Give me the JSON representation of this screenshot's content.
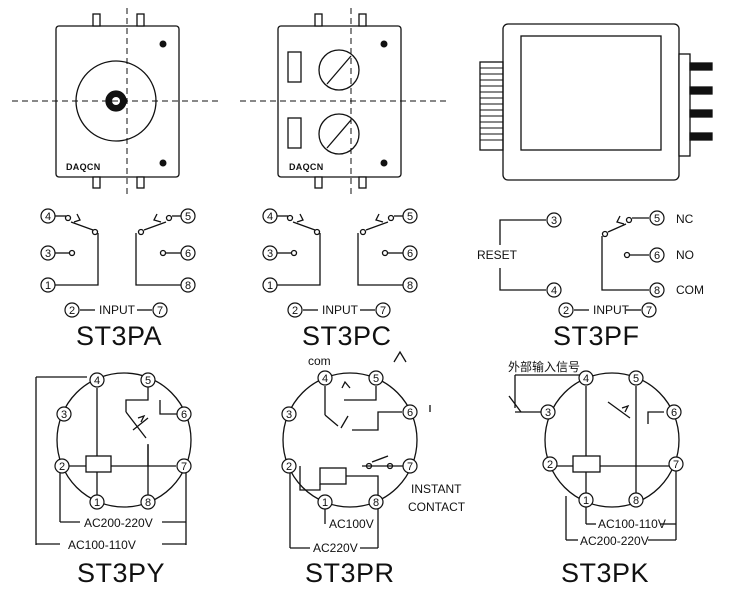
{
  "brand": "DAQCN",
  "models": {
    "pa": "ST3PA",
    "pc": "ST3PC",
    "pf": "ST3PF",
    "py": "ST3PY",
    "pr": "ST3PR",
    "pk": "ST3PK"
  },
  "pins": [
    "1",
    "2",
    "3",
    "4",
    "5",
    "6",
    "7",
    "8"
  ],
  "labels": {
    "input": "INPUT",
    "reset": "RESET",
    "nc": "NC",
    "no": "NO",
    "com_upper": "COM",
    "com_lower": "com",
    "instant_contact_1": "INSTANT",
    "instant_contact_2": "CONTACT",
    "external_input": "外部输入信号"
  },
  "voltages": {
    "py_inner": "AC200-220V",
    "py_outer": "AC100-110V",
    "pr_inner": "AC100V",
    "pr_outer": "AC220V",
    "pk_inner": "AC100-110V",
    "pk_outer": "AC200-220V"
  }
}
